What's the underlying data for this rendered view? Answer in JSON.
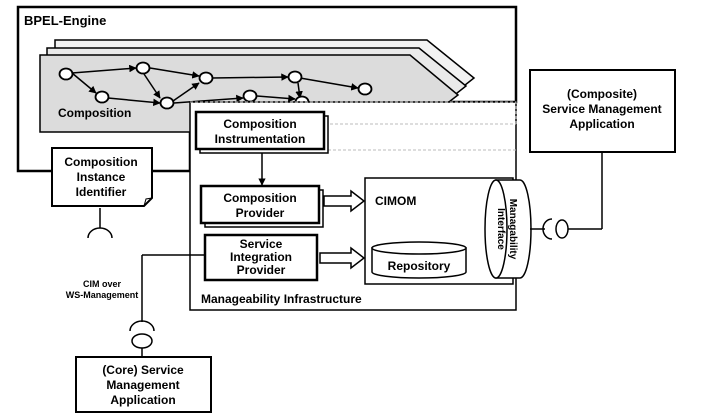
{
  "bpel_engine": {
    "title": "BPEL-Engine"
  },
  "composition": {
    "label": "Composition"
  },
  "composition_instance_identifier": {
    "line1": "Composition",
    "line2": "Instance",
    "line3": "Identifier"
  },
  "composition_instrumentation": {
    "line1": "Composition",
    "line2": "Instrumentation"
  },
  "composition_provider": {
    "line1": "Composition",
    "line2": "Provider"
  },
  "service_integration_provider": {
    "line1": "Service",
    "line2": "Integration",
    "line3": "Provider"
  },
  "cimom": {
    "label": "CIMOM"
  },
  "repository": {
    "label": "Repository"
  },
  "manageability_interface": {
    "line1": "Managability",
    "line2": "Interface"
  },
  "manageability_infrastructure": {
    "label": "Manageability Infrastructure"
  },
  "composite_app": {
    "line1": "(Composite)",
    "line2": "Service Management",
    "line3": "Application"
  },
  "core_app": {
    "line1": "(Core) Service",
    "line2": "Management",
    "line3": "Application"
  },
  "protocol": {
    "line1": "CIM over",
    "line2": "WS-Management"
  }
}
